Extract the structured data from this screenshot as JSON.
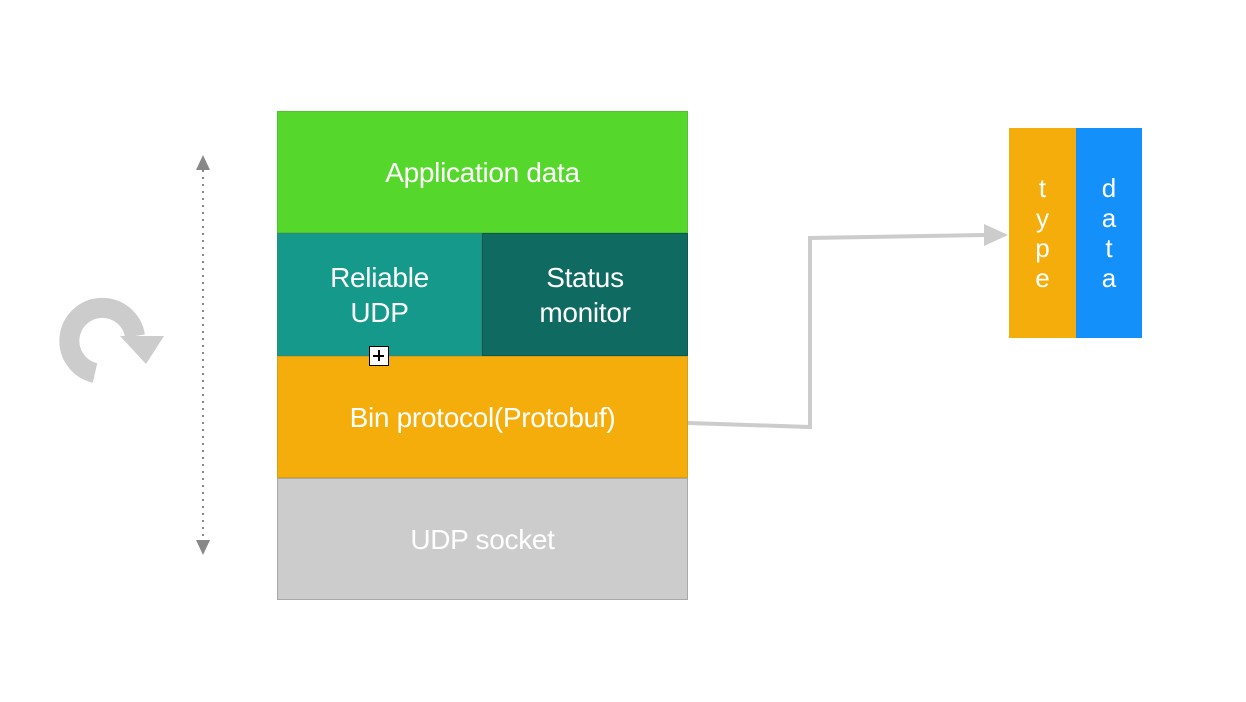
{
  "colors": {
    "application": "#55d82b",
    "reliable": "#14998a",
    "status": "#0f6a61",
    "bin": "#f4ad0b",
    "udp": "#cccccc",
    "packet_type": "#f4ad0b",
    "packet_data": "#1490fb",
    "connector": "#cccccc",
    "arrow_dotted": "#888888",
    "cycle_icon": "#cccccc"
  },
  "stack": {
    "application": "Application data",
    "reliable": "Reliable\nUDP",
    "status": "Status\nmonitor",
    "bin": "Bin protocol(Protobuf)",
    "udp": "UDP socket"
  },
  "packet": {
    "type_label": "type",
    "data_label": "data"
  },
  "icons": {
    "cycle": "cycle-arrow-icon",
    "vertical_arrow": "double-arrow-vertical-icon",
    "marker": "plus-box-icon"
  }
}
